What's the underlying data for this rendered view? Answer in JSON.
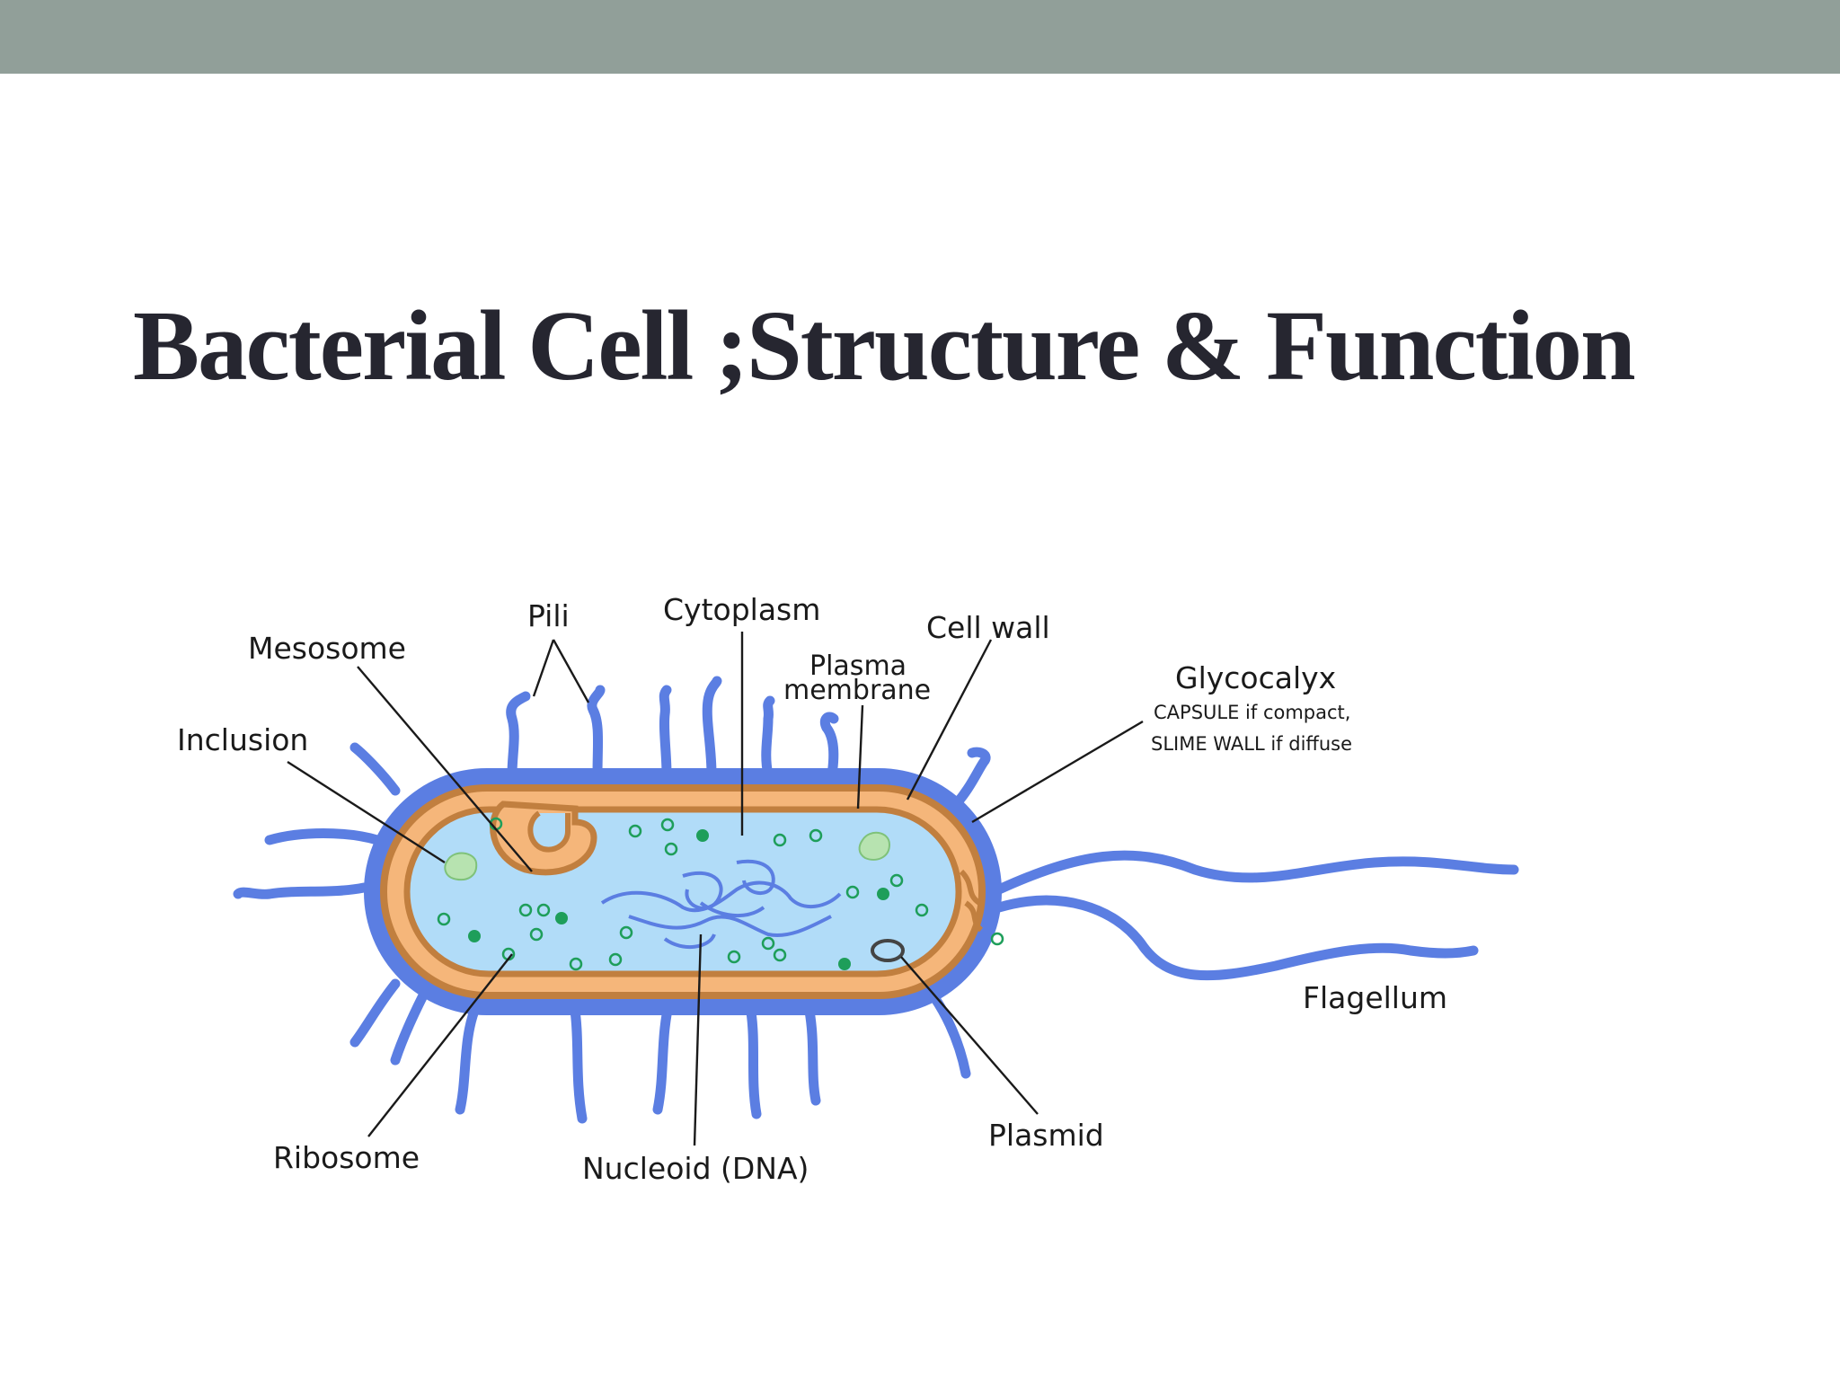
{
  "header": {
    "band_color": "#919f99"
  },
  "slide": {
    "title": "Bacterial Cell ;Structure & Function"
  },
  "diagram": {
    "colors": {
      "capsule": "#5b7ee2",
      "cell_wall": "#c17f3f",
      "periplasm": "#f5b67a",
      "cytoplasm": "#b1dcf8",
      "inclusion": "#b7e3b0",
      "ribosome": "#1e9e5a"
    },
    "labels": {
      "pili": "Pili",
      "cytoplasm": "Cytoplasm",
      "cell_wall": "Cell wall",
      "mesosome": "Mesosome",
      "plasma_membrane_line1": "Plasma",
      "plasma_membrane_line2": "membrane",
      "glycocalyx": "Glycocalyx",
      "glycocalyx_note1": "CAPSULE if compact,",
      "glycocalyx_note2": "SLIME WALL if diffuse",
      "inclusion": "Inclusion",
      "flagellum": "Flagellum",
      "ribosome": "Ribosome",
      "plasmid": "Plasmid",
      "nucleoid": "Nucleoid (DNA)"
    }
  }
}
